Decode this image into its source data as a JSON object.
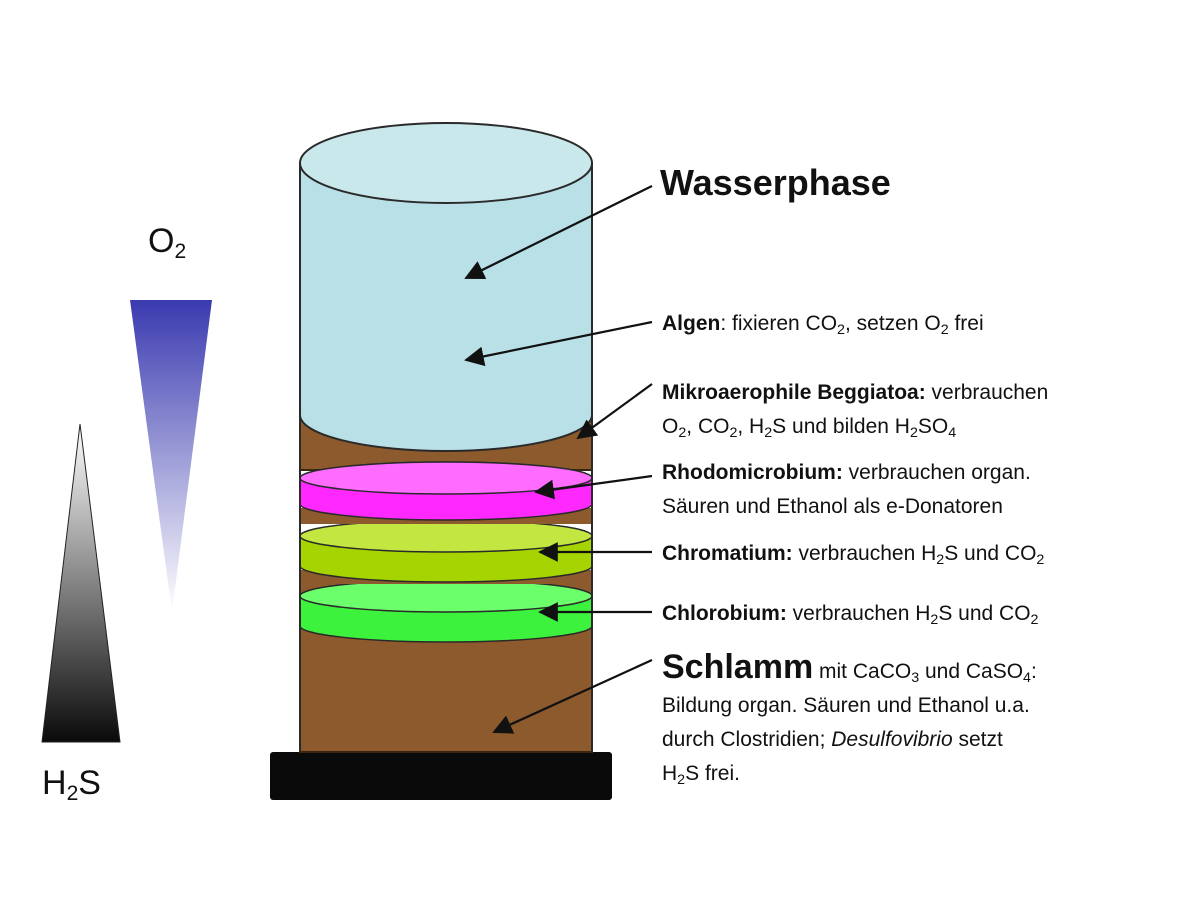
{
  "colors": {
    "water": "#b9e0e6",
    "mud": "#8c5a2c",
    "rhodomicrobium": "#ff28ff",
    "chromatium": "#a6d400",
    "chlorobium": "#3cf23c",
    "base": "#0a0a0a",
    "o2_gradient_top": "#3a3ab0",
    "h2s_gradient_bottom": "#0a0a0a"
  },
  "gradients": {
    "o2": {
      "label_main": "O",
      "label_sub": "2"
    },
    "h2s": {
      "label_main_1": "H",
      "label_sub": "2",
      "label_main_2": "S"
    }
  },
  "labels": {
    "wasserphase": {
      "title": "Wasserphase"
    },
    "algen": {
      "name": "Algen",
      "t1": ": fixieren CO",
      "s1": "2",
      "t2": ", setzen O",
      "s2": "2",
      "t3": " frei"
    },
    "beggiatoa": {
      "name": "Mikroaerophile Beggiatoa:",
      "l1_rest": " verbrauchen",
      "l2_t1": "O",
      "l2_s1": "2",
      "l2_t2": ", CO",
      "l2_s2": "2",
      "l2_t3": ", H",
      "l2_s3": "2",
      "l2_t4": "S und bilden H",
      "l2_s4": "2",
      "l2_t5": "SO",
      "l2_s5": "4"
    },
    "rhodomicrobium": {
      "name": "Rhodomicrobium:",
      "l1_rest": " verbrauchen organ.",
      "l2": "Säuren und Ethanol als e-Donatoren"
    },
    "chromatium": {
      "name": "Chromatium:",
      "t1": " verbrauchen H",
      "s1": "2",
      "t2": "S und CO",
      "s2": "2"
    },
    "chlorobium": {
      "name": "Chlorobium:",
      "t1": " verbrauchen H",
      "s1": "2",
      "t2": "S und CO",
      "s2": "2"
    },
    "schlamm": {
      "title": "Schlamm",
      "l1_t1": " mit CaCO",
      "l1_s1": "3",
      "l1_t2": " und CaSO",
      "l1_s2": "4",
      "l1_t3": ":",
      "l2": "Bildung organ. Säuren und Ethanol u.a.",
      "l3_t1": "durch Clostridien; ",
      "l3_italic": "Desulfovibrio",
      "l3_t2": " setzt",
      "l4_t1": "H",
      "l4_s1": "2",
      "l4_t2": "S frei."
    }
  }
}
